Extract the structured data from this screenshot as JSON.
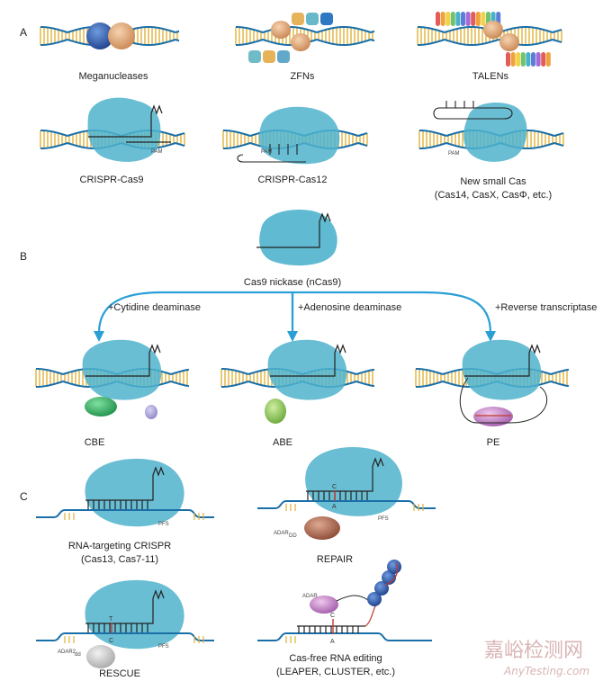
{
  "sections": {
    "a": "A",
    "b": "B",
    "c": "C"
  },
  "panel_a": {
    "meganucleases": "Meganucleases",
    "zfns": "ZFNs",
    "talens": "TALENs",
    "cas9": "CRISPR-Cas9",
    "cas12": "CRISPR-Cas12",
    "small_cas_line1": "New small Cas",
    "small_cas_line2": "(Cas14, CasX, CasΦ, etc.)",
    "pam": "PAM"
  },
  "panel_b": {
    "nickase": "Cas9 nickase (nCas9)",
    "cytidine": "+Cytidine deaminase",
    "adenosine": "+Adenosine deaminase",
    "reverse": "+Reverse transcriptase",
    "cbe": "CBE",
    "abe": "ABE",
    "pe": "PE"
  },
  "panel_c": {
    "rna_targeting_line1": "RNA-targeting CRISPR",
    "rna_targeting_line2": "(Cas13, Cas7-11)",
    "repair": "REPAIR",
    "rescue": "RESCUE",
    "cas_free_line1": "Cas-free RNA editing",
    "cas_free_line2": "(LEAPER, CLUSTER, etc.)",
    "pfs": "PFS",
    "adar_dd_main": "ADAR",
    "adar_dd_sub": "DD",
    "adar2_main": "ADAR2",
    "adar2_sub": "dd",
    "adar": "ADAR",
    "base_c": "C",
    "base_a": "A",
    "base_t": "T"
  },
  "watermark": {
    "cn": "嘉峪检测网",
    "en": "AnyTesting.com"
  },
  "colors": {
    "backbone": "#1a6fa8",
    "rungs": "#e0b23a",
    "cas": "#4fb3cc",
    "arrow": "#2a9fd6"
  }
}
